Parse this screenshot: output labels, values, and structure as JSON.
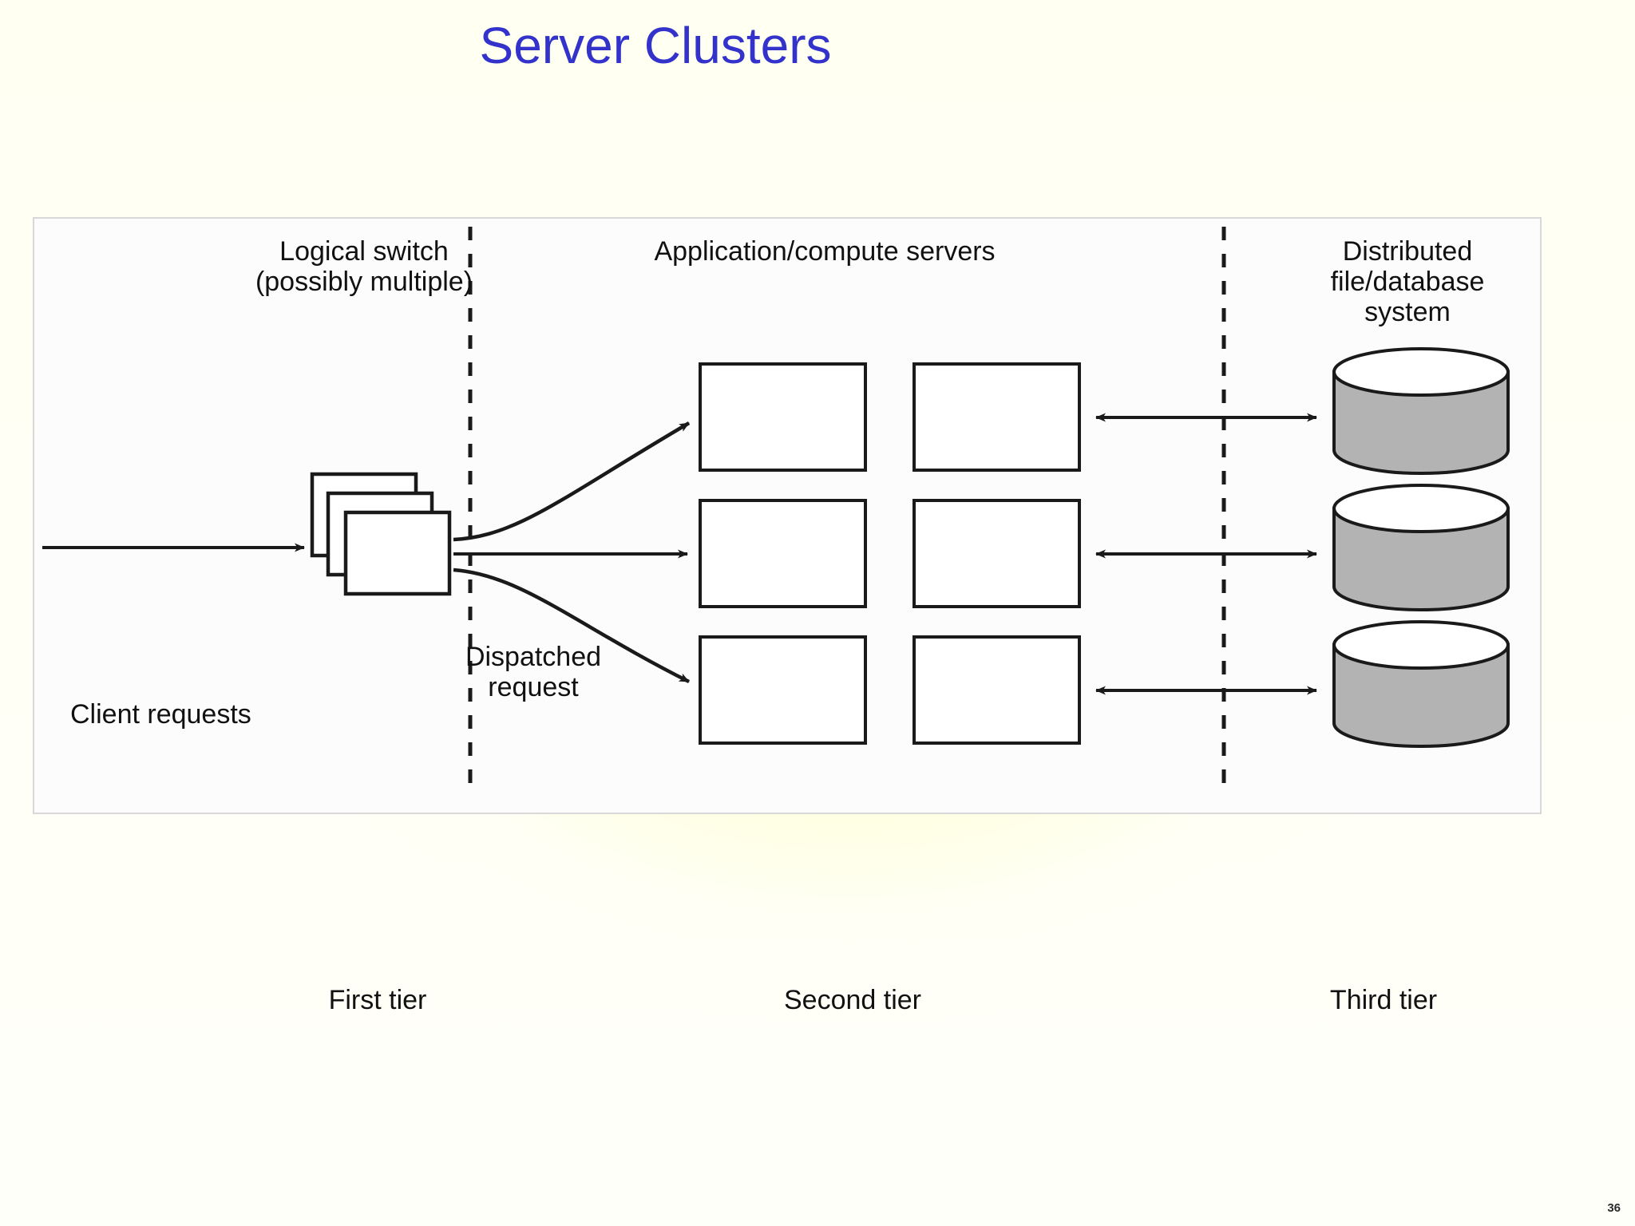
{
  "slide": {
    "title": "Server Clusters",
    "title_color": "#3333CC",
    "page_number": "36",
    "background_color": "#FFFFF2"
  },
  "diagram": {
    "type": "three-tier server cluster architecture",
    "panel_background": "#FCFCFD",
    "panel_border_color": "#D8D8D8",
    "stroke_color": "#1A1A1A",
    "cylinder_fill": "#B3B3B3",
    "headings": {
      "tier1": "Logical switch\n(possibly multiple)",
      "tier2": "Application/compute servers",
      "tier3": "Distributed\nfile/database\nsystem"
    },
    "labels": {
      "client_requests": "Client requests",
      "dispatched_request": "Dispatched\nrequest"
    },
    "tier_captions": {
      "tier1": "First tier",
      "tier2": "Second tier",
      "tier3": "Third tier"
    },
    "counts": {
      "switch_stack_layers": 3,
      "server_rows": 3,
      "server_columns": 2,
      "server_boxes": 6,
      "storage_cylinders": 3,
      "dispatch_arrows": 3,
      "bidirectional_arrows": 3,
      "tier_dividers": 2
    }
  }
}
